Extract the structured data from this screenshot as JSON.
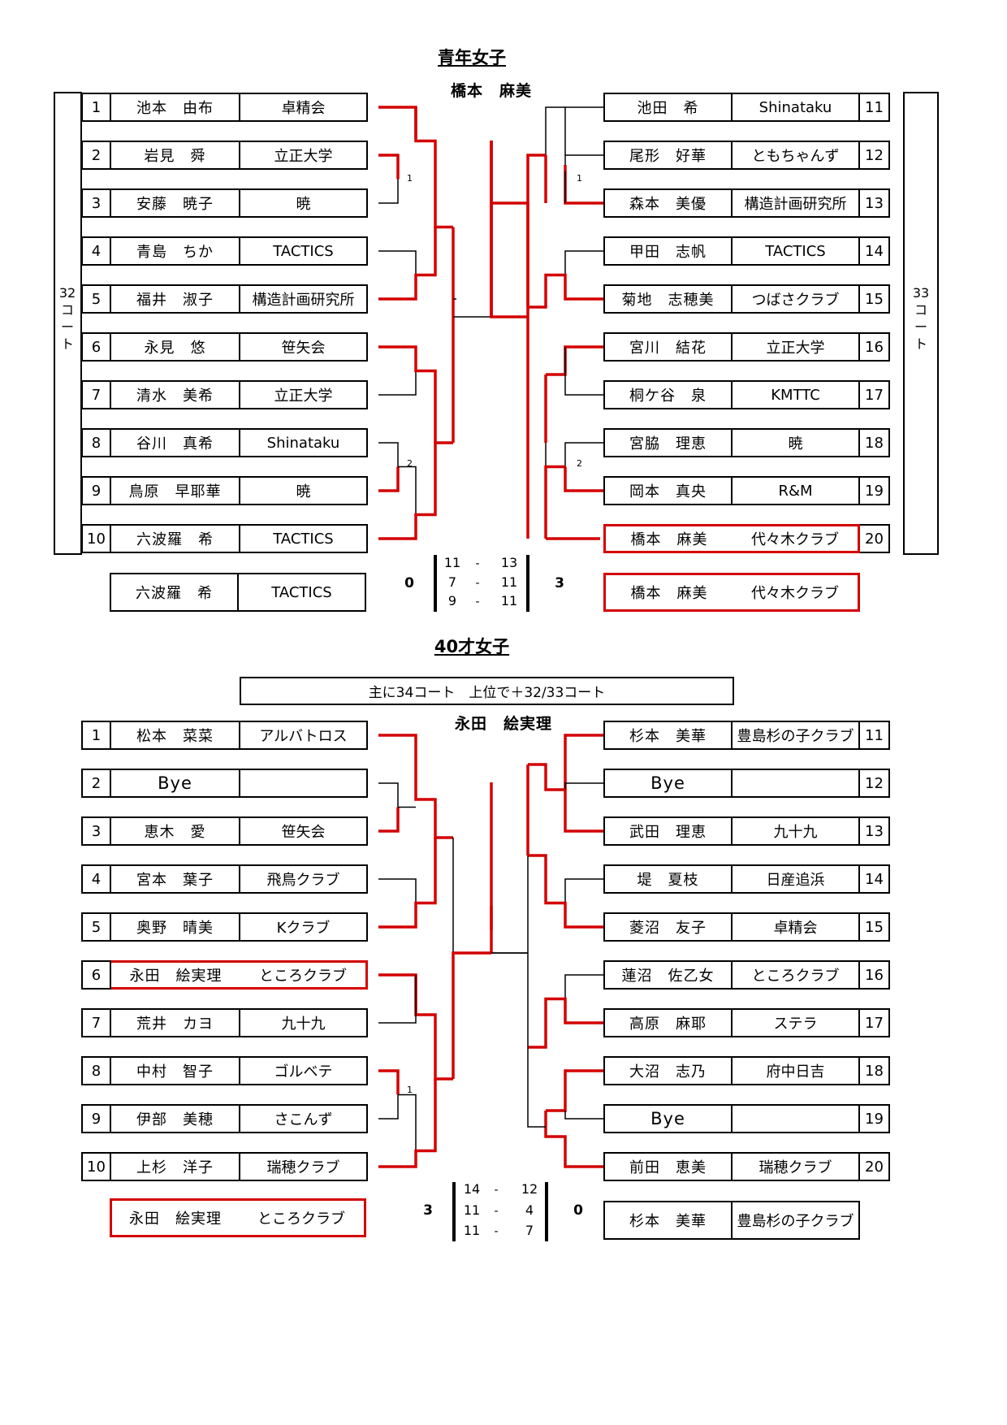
{
  "sections": [
    {
      "title": "青年女子",
      "champion": "橋本　麻美",
      "court_left": [
        "32",
        "コ",
        "ー",
        "ト"
      ],
      "court_right": [
        "33",
        "コ",
        "ー",
        "ト"
      ],
      "left": [
        {
          "no": "1",
          "name": "池本　由布",
          "team": "卓精会"
        },
        {
          "no": "2",
          "name": "岩見　舜",
          "team": "立正大学"
        },
        {
          "no": "3",
          "name": "安藤　暁子",
          "team": "暁"
        },
        {
          "no": "4",
          "name": "青島　ちか",
          "team": "TACTICS"
        },
        {
          "no": "5",
          "name": "福井　淑子",
          "team": "構造計画研究所"
        },
        {
          "no": "6",
          "name": "永見　悠",
          "team": "笹矢会"
        },
        {
          "no": "7",
          "name": "清水　美希",
          "team": "立正大学"
        },
        {
          "no": "8",
          "name": "谷川　真希",
          "team": "Shinataku"
        },
        {
          "no": "9",
          "name": "鳥原　早耶華",
          "team": "暁"
        },
        {
          "no": "10",
          "name": "六波羅　希",
          "team": "TACTICS"
        }
      ],
      "right": [
        {
          "no": "11",
          "name": "池田　希",
          "team": "Shinataku"
        },
        {
          "no": "12",
          "name": "尾形　好華",
          "team": "ともちゃんず"
        },
        {
          "no": "13",
          "name": "森本　美優",
          "team": "構造計画研究所"
        },
        {
          "no": "14",
          "name": "甲田　志帆",
          "team": "TACTICS"
        },
        {
          "no": "15",
          "name": "菊地　志穂美",
          "team": "つばさクラブ"
        },
        {
          "no": "16",
          "name": "宮川　結花",
          "team": "立正大学"
        },
        {
          "no": "17",
          "name": "桐ケ谷　泉",
          "team": "KMTTC"
        },
        {
          "no": "18",
          "name": "宮脇　理恵",
          "team": "暁"
        },
        {
          "no": "19",
          "name": "岡本　真央",
          "team": "R&M"
        },
        {
          "no": "20",
          "name": "橋本　麻美",
          "team": "代々木クラブ"
        }
      ],
      "small_marks": [
        "1",
        "2",
        "1",
        "2"
      ],
      "final": {
        "left": {
          "name": "六波羅　希",
          "team": "TACTICS",
          "sets": "0"
        },
        "right": {
          "name": "橋本　麻美",
          "team": "代々木クラブ",
          "sets": "3"
        },
        "games": [
          [
            "11",
            "13"
          ],
          [
            "7",
            "11"
          ],
          [
            "9",
            "11"
          ]
        ]
      }
    },
    {
      "title": "40才女子",
      "note": "主に34コート　上位で＋32/33コート",
      "champion": "永田　絵実理",
      "left": [
        {
          "no": "1",
          "name": "松本　菜菜",
          "team": "アルバトロス"
        },
        {
          "no": "2",
          "name": "Bye",
          "team": ""
        },
        {
          "no": "3",
          "name": "恵木　愛",
          "team": "笹矢会"
        },
        {
          "no": "4",
          "name": "宮本　葉子",
          "team": "飛鳥クラブ"
        },
        {
          "no": "5",
          "name": "奥野　晴美",
          "team": "Kクラブ"
        },
        {
          "no": "6",
          "name": "永田　絵実理",
          "team": "ところクラブ"
        },
        {
          "no": "7",
          "name": "荒井　カヨ",
          "team": "九十九"
        },
        {
          "no": "8",
          "name": "中村　智子",
          "team": "ゴルベテ"
        },
        {
          "no": "9",
          "name": "伊部　美穂",
          "team": "さこんず"
        },
        {
          "no": "10",
          "name": "上杉　洋子",
          "team": "瑞穂クラブ"
        }
      ],
      "right": [
        {
          "no": "11",
          "name": "杉本　美華",
          "team": "豊島杉の子クラブ"
        },
        {
          "no": "12",
          "name": "Bye",
          "team": ""
        },
        {
          "no": "13",
          "name": "武田　理恵",
          "team": "九十九"
        },
        {
          "no": "14",
          "name": "堤　夏枝",
          "team": "日産追浜"
        },
        {
          "no": "15",
          "name": "菱沼　友子",
          "team": "卓精会"
        },
        {
          "no": "16",
          "name": "蓮沼　佐乙女",
          "team": "ところクラブ"
        },
        {
          "no": "17",
          "name": "高原　麻耶",
          "team": "ステラ"
        },
        {
          "no": "18",
          "name": "大沼　志乃",
          "team": "府中日吉"
        },
        {
          "no": "19",
          "name": "Bye",
          "team": ""
        },
        {
          "no": "20",
          "name": "前田　恵美",
          "team": "瑞穂クラブ"
        }
      ],
      "small_marks": [
        "1"
      ],
      "final": {
        "left": {
          "name": "永田　絵実理",
          "team": "ところクラブ",
          "sets": "3"
        },
        "right": {
          "name": "杉本　美華",
          "team": "豊島杉の子クラブ",
          "sets": "0"
        },
        "games": [
          [
            "14",
            "12"
          ],
          [
            "11",
            "4"
          ],
          [
            "11",
            "7"
          ]
        ]
      }
    }
  ],
  "colors": {
    "win": "#d40000",
    "line": "#000000"
  },
  "dash": "-"
}
